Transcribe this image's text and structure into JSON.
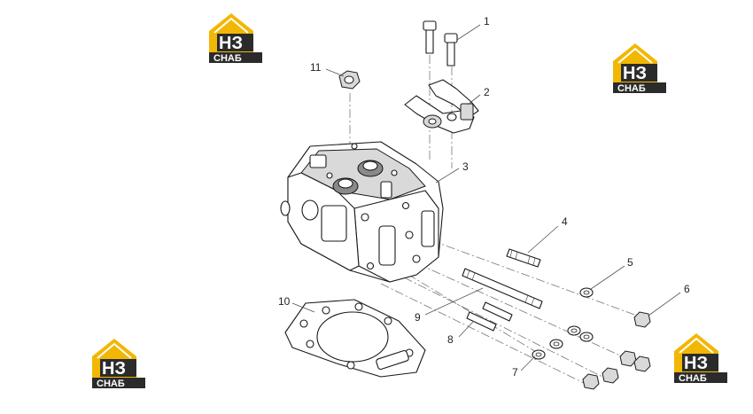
{
  "logo": {
    "mark": "НЗ",
    "text": "СНАБ",
    "gold": "#F2B705",
    "dark": "#2b2b2b"
  },
  "callouts": {
    "c1": "1",
    "c2": "2",
    "c3": "3",
    "c4": "4",
    "c5": "5",
    "c6": "6",
    "c7": "7",
    "c8": "8",
    "c9": "9",
    "c10": "10",
    "c11": "11"
  }
}
